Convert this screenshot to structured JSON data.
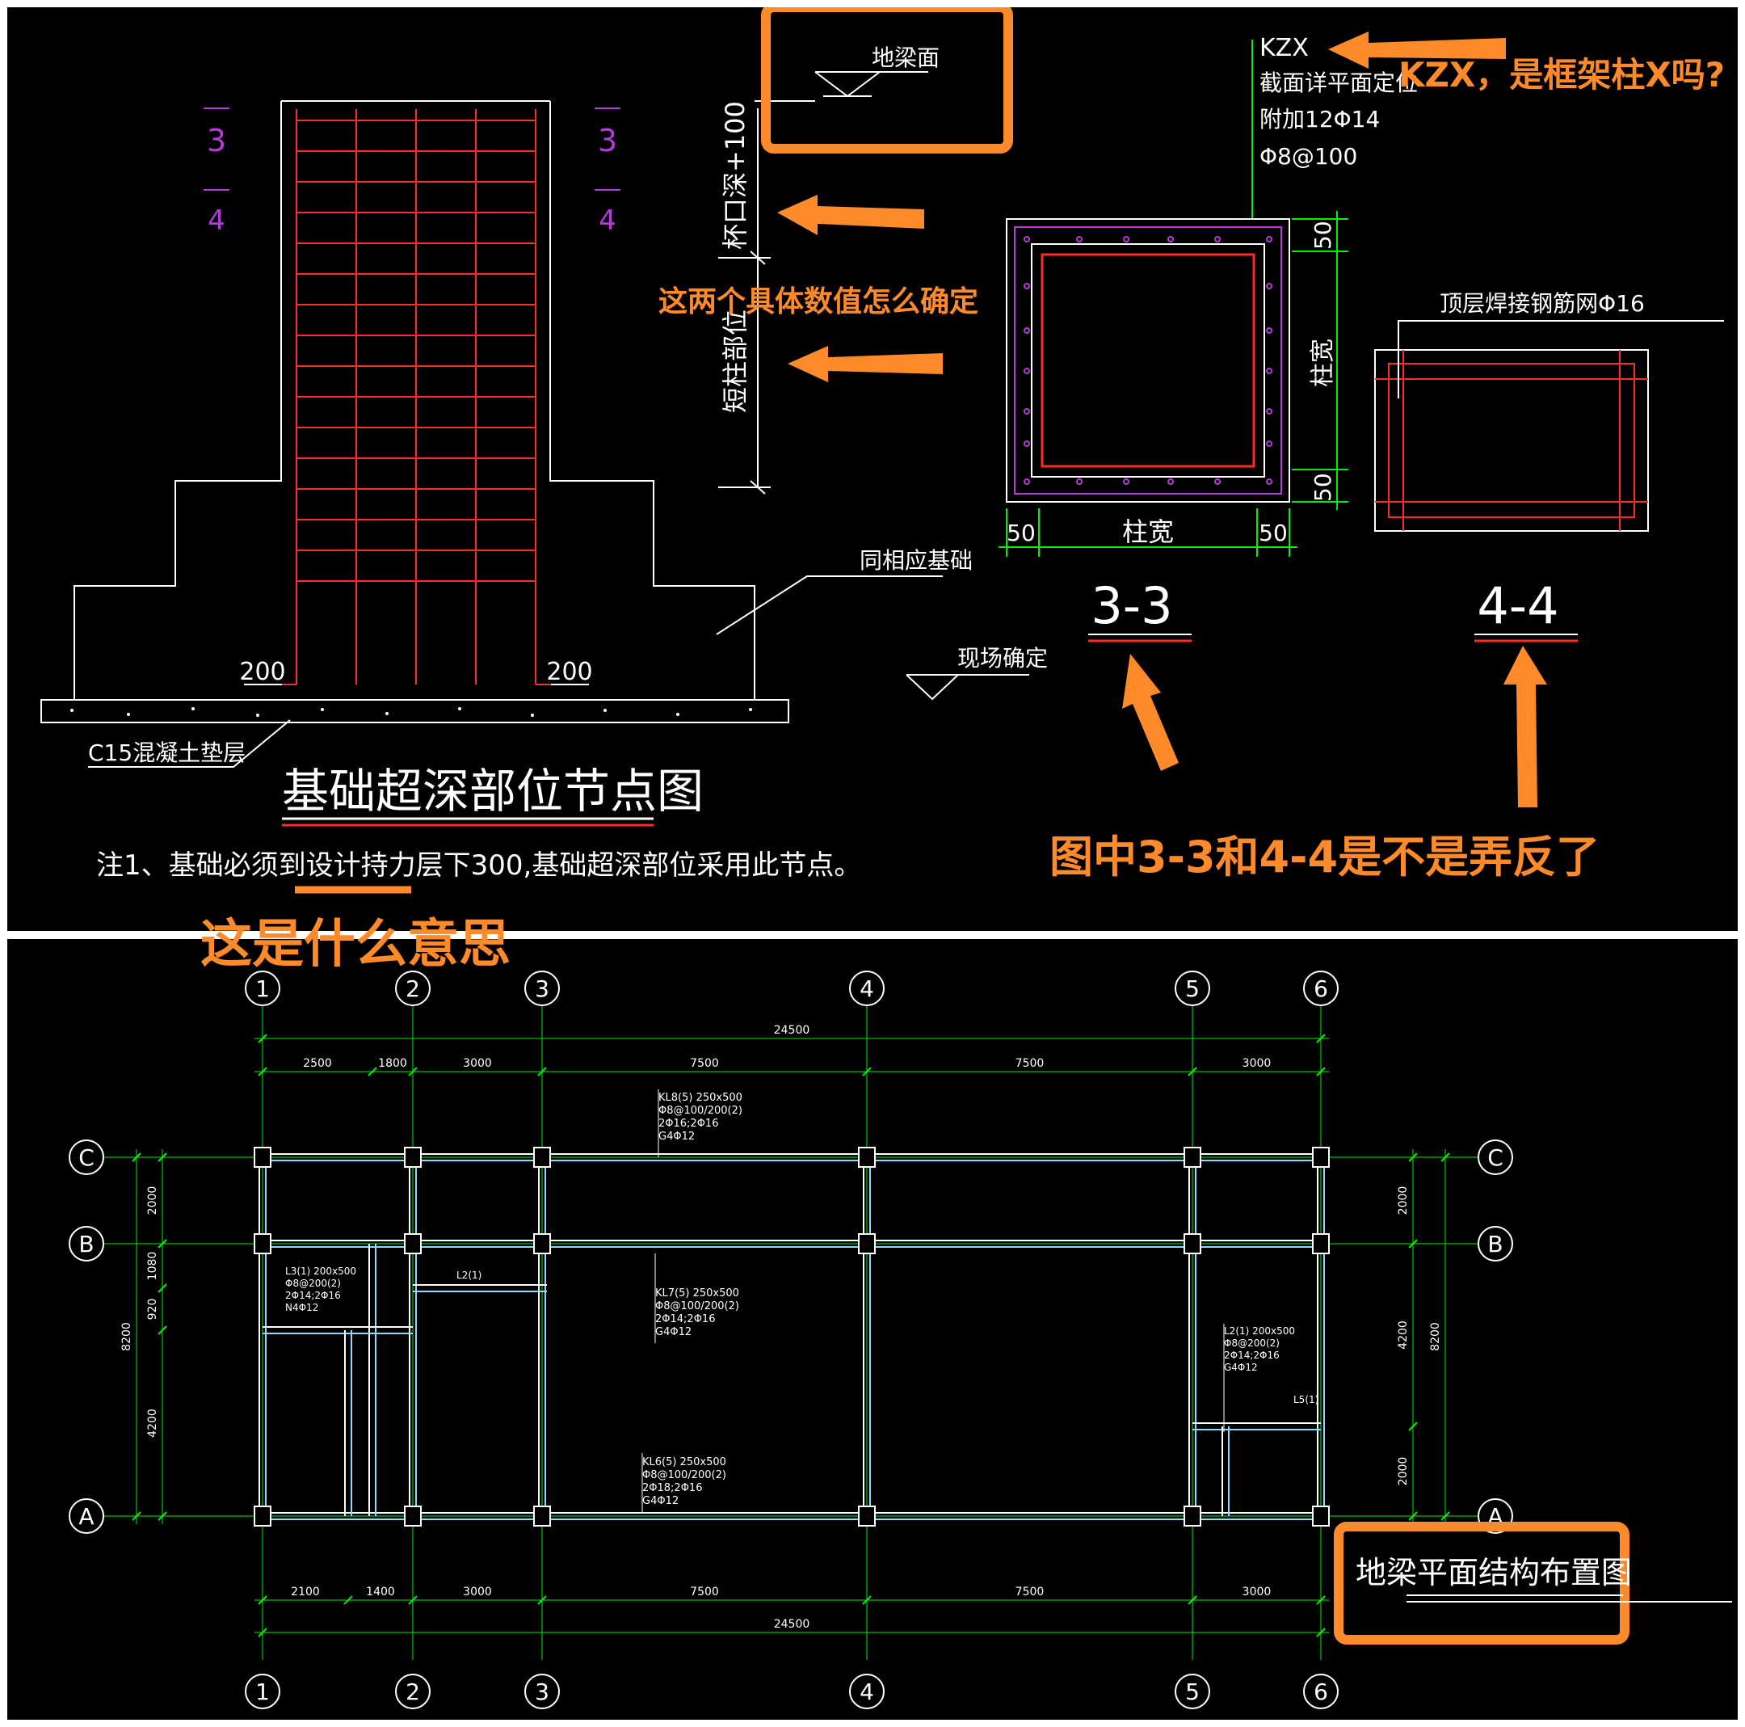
{
  "colors": {
    "background": "#000000",
    "cad_line": "#ffffff",
    "rebar": "#ff2a2a",
    "magenta": "#b23cd6",
    "dim_green": "#00ee00",
    "annotation_orange": "#ff8a2a",
    "beam_cyan": "#8fd8ff"
  },
  "top": {
    "section_mark_left": {
      "num": "3",
      "den": "4"
    },
    "section_mark_right": {
      "num": "3",
      "den": "4"
    },
    "ground_beam_level": "地梁面",
    "dim_upper": "杯口深+100",
    "dim_lower": "短柱部位",
    "dim_200_left": "200",
    "dim_200_right": "200",
    "label_same_foundation": "同相应基础",
    "label_site_determined": "现场确定",
    "label_c15": "C15混凝土垫层",
    "drawing_title": "基础超深部位节点图",
    "note": "注1、基础必须到设计持力层下300,基础超深部位采用此节点。",
    "kzx": {
      "line1": "KZX",
      "line2": "截面详平面定位",
      "line3": "附加12Φ14",
      "line4": "Φ8@100"
    },
    "section33": {
      "dim_top": "50",
      "dim_side": "柱宽",
      "dim_bottom": "50",
      "dim_left": "50",
      "dim_width": "柱宽",
      "dim_right": "50",
      "title": "3-3"
    },
    "section44": {
      "label": "顶层焊接钢筋网Φ16",
      "title": "4-4"
    },
    "annotations": {
      "kzx_question": "KZX，是框架柱X吗?",
      "values_question": "这两个具体数值怎么确定",
      "reversed_question": "图中3-3和4-4是不是弄反了",
      "meaning_question": "这是什么意思"
    }
  },
  "bottom": {
    "axes_x": [
      "1",
      "2",
      "3",
      "4",
      "5",
      "6"
    ],
    "axes_y": [
      "C",
      "B",
      "A"
    ],
    "dim_total": "24500",
    "dims_top": [
      "2500",
      "1800",
      "3000",
      "7500",
      "7500",
      "3000"
    ],
    "dims_bottom": [
      "2100",
      "1400",
      "3000",
      "7500",
      "7500",
      "3000"
    ],
    "dims_left": [
      "2000",
      "1080",
      "920",
      "4200"
    ],
    "dim_left_total": "8200",
    "dims_right": [
      "2000",
      "4200",
      "2000"
    ],
    "dim_right_total": "8200",
    "title": "地梁平面结构布置图",
    "beam_labels": {
      "kl8": [
        "KL8(5) 250x500",
        "Φ8@100/200(2)",
        "2Φ16;2Φ16",
        "G4Φ12"
      ],
      "kl7": [
        "KL7(5) 250x500",
        "Φ8@100/200(2)",
        "2Φ14;2Φ16",
        "G4Φ12"
      ],
      "kl6": [
        "KL6(5) 250x500",
        "Φ8@100/200(2)",
        "2Φ18;2Φ16",
        "G4Φ12"
      ],
      "l3": [
        "L3(1) 200x500",
        "Φ8@200(2)",
        "2Φ14;2Φ16",
        "N4Φ12"
      ],
      "l2": [
        "L2(1) 200x500",
        "Φ8@200(2)",
        "2Φ14;2Φ16",
        "G4Φ12"
      ],
      "l2_short": "L2(1)",
      "l5": "L5(1)"
    }
  }
}
